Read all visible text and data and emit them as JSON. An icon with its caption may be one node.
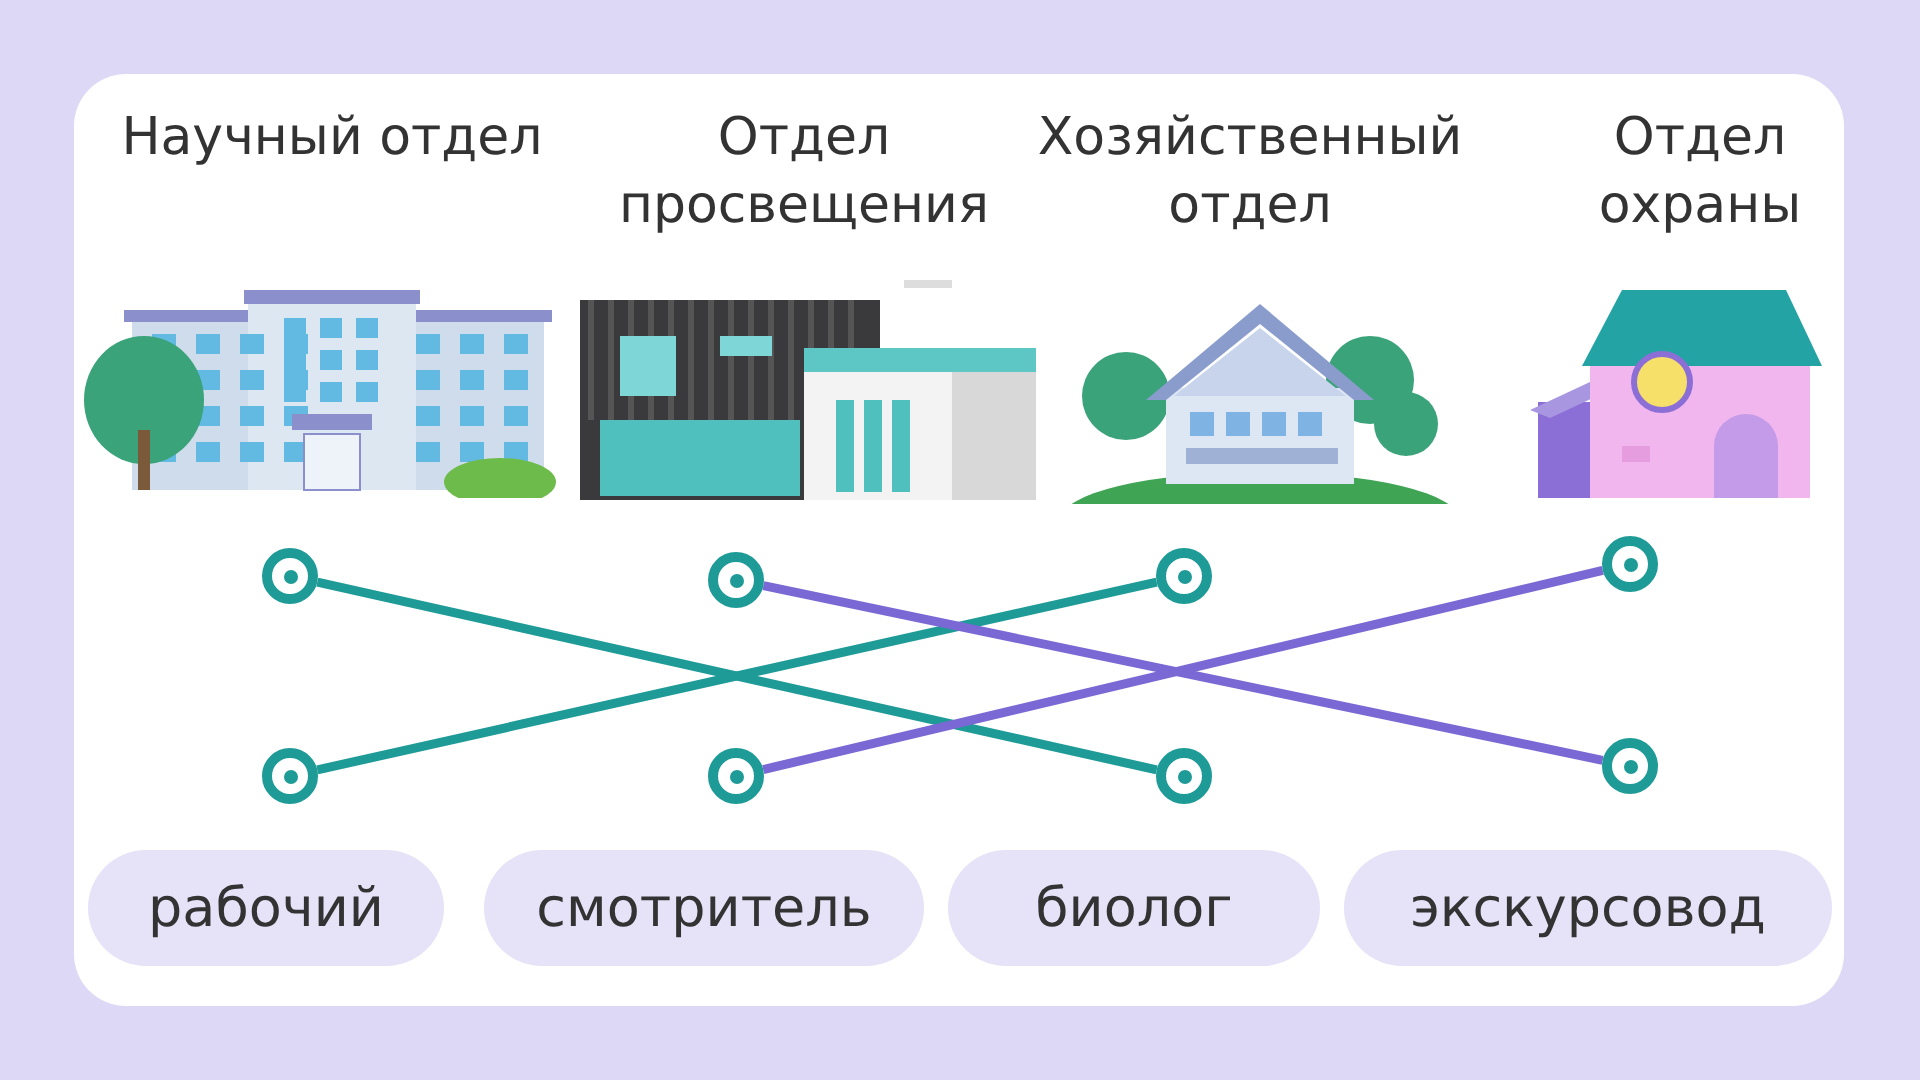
{
  "diagram": {
    "nodes": [
      {
        "text": [
          "Научный отдел"
        ]
      },
      {
        "text": [
          "Отдел просвещения"
        ]
      },
      {
        "text": [
          "Хозяйственный отдел"
        ]
      },
      {
        "text": [
          "Отдел охраны"
        ]
      },
      {
        "text": [],
        "shape": "circle"
      },
      {
        "text": [],
        "shape": "circle"
      },
      {
        "text": [],
        "shape": "circle"
      },
      {
        "text": [],
        "shape": "circle"
      },
      {
        "text": [],
        "shape": "circle"
      },
      {
        "text": [],
        "shape": "circle"
      },
      {
        "text": [],
        "shape": "circle"
      },
      {
        "text": [],
        "shape": "circle"
      },
      {
        "text": [
          "рабочий"
        ]
      },
      {
        "text": [
          "смотритель"
        ]
      },
      {
        "text": [
          "биолог"
        ]
      },
      {
        "text": [
          "экскурсовод"
        ]
      }
    ],
    "edges": [
      {
        "from": 4,
        "to": 10,
        "arrow": "none",
        "color": "#1f9b97"
      },
      {
        "from": 8,
        "to": 6,
        "arrow": "none",
        "color": "#1f9b97"
      },
      {
        "from": 5,
        "to": 11,
        "arrow": "none",
        "color": "#7a68d4"
      },
      {
        "from": 9,
        "to": 7,
        "arrow": "none",
        "color": "#7a68d4"
      }
    ]
  }
}
